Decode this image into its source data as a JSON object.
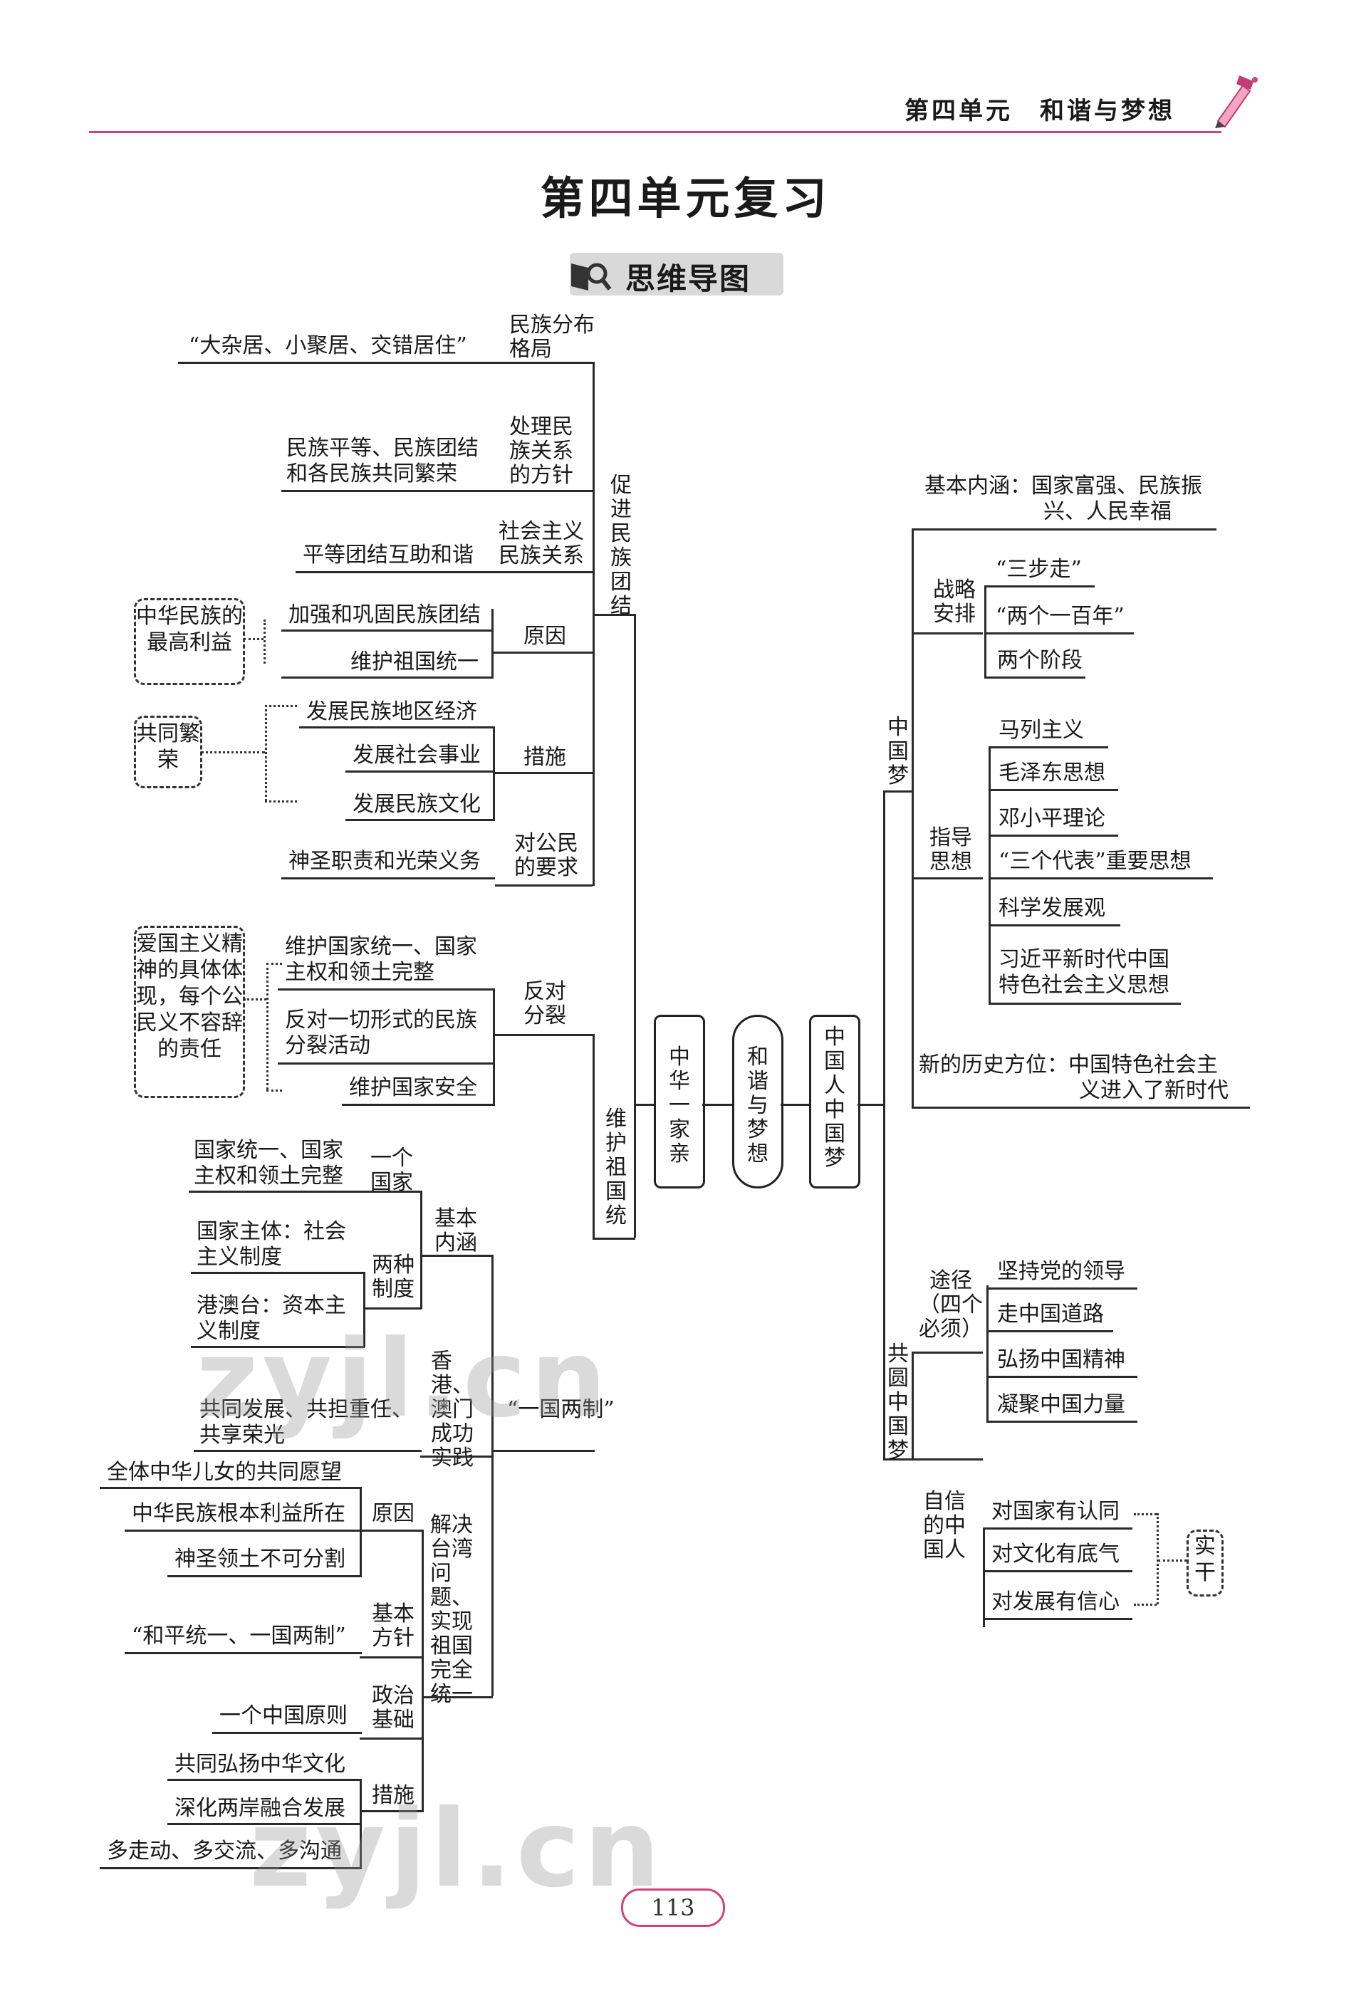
{
  "header": {
    "unit": "第四单元　和谐与梦想",
    "title": "第四单元复习",
    "section": "思维导图",
    "page": "113"
  },
  "center": {
    "a": "中华一家亲",
    "b": "和谐与梦想",
    "c": "中国人　中国梦"
  },
  "left": {
    "promote": "促进民族团结",
    "dist_label": "民族分布格局",
    "dist_value": "“大杂居、小聚居、交错居住”",
    "policy_label": "处理民族关系的方针",
    "policy_value": "民族平等、民族团结和各民族共同繁荣",
    "rel_label": "社会主义民族关系",
    "rel_value": "平等团结互助和谐",
    "reason_label": "原因",
    "reason_1": "加强和巩固民族团结",
    "reason_2": "维护祖国统一",
    "reason_box": "中华民族的最高利益",
    "measure_label": "措施",
    "measure_1": "发展民族地区经济",
    "measure_2": "发展社会事业",
    "measure_3": "发展民族文化",
    "measure_box": "共同繁荣",
    "req_label": "对公民的要求",
    "req_value": "神圣职责和光荣义务",
    "unify": "维护祖国统一",
    "oppose_label": "反对分裂",
    "oppose_1": "维护国家统一、国家主权和领土完整",
    "oppose_2": "反对一切形式的民族分裂活动",
    "oppose_3": "维护国家安全",
    "patriot_box": "爱国主义精神的具体体现，每个公民义不容辞的责任",
    "ocs": "“一国两制”",
    "basic_label": "基本内涵",
    "one_country": "一个国家",
    "one_country_v": "国家统一、国家主权和领土完整",
    "two_systems": "两种制度",
    "two_sys_1": "国家主体：社会主义制度",
    "two_sys_2": "港澳台：资本主义制度",
    "hk_label": "香港、澳门成功实践",
    "hk_value": "共同发展、共担重任、共享荣光",
    "taiwan_label": "解决台湾问题、实现祖国完全统一",
    "tw_reason": "原因",
    "tw_reason_1": "全体中华儿女的共同愿望",
    "tw_reason_2": "中华民族根本利益所在",
    "tw_reason_3": "神圣领土不可分割",
    "tw_policy": "基本方针",
    "tw_policy_v": "“和平统一、一国两制”",
    "tw_politic": "政治基础",
    "tw_politic_v": "一个中国原则",
    "tw_measure": "措施",
    "tw_measure_1": "共同弘扬中华文化",
    "tw_measure_2": "深化两岸融合发展",
    "tw_measure_3": "多走动、多交流、多沟通"
  },
  "right": {
    "dream": "中国梦",
    "basic": "基本内涵：国家富强、民族振兴、人民幸福",
    "strategy_label": "战略安排",
    "strategy_1": "“三步走”",
    "strategy_2": "“两个一百年”",
    "strategy_3": "两个阶段",
    "guide_label": "指导思想",
    "guide_1": "马列主义",
    "guide_2": "毛泽东思想",
    "guide_3": "邓小平理论",
    "guide_4": "“三个代表”重要思想",
    "guide_5": "科学发展观",
    "guide_6": "习近平新时代中国特色社会主义思想",
    "era": "新的历史方位：中国特色社会主义进入了新时代",
    "common": "共圆中国梦",
    "way_label": "途径（四个必须）",
    "way_1": "坚持党的领导",
    "way_2": "走中国道路",
    "way_3": "弘扬中国精神",
    "way_4": "凝聚中国力量",
    "conf_label": "自信的中国人",
    "conf_1": "对国家有认同",
    "conf_2": "对文化有底气",
    "conf_3": "对发展有信心",
    "conf_box": "实干"
  }
}
